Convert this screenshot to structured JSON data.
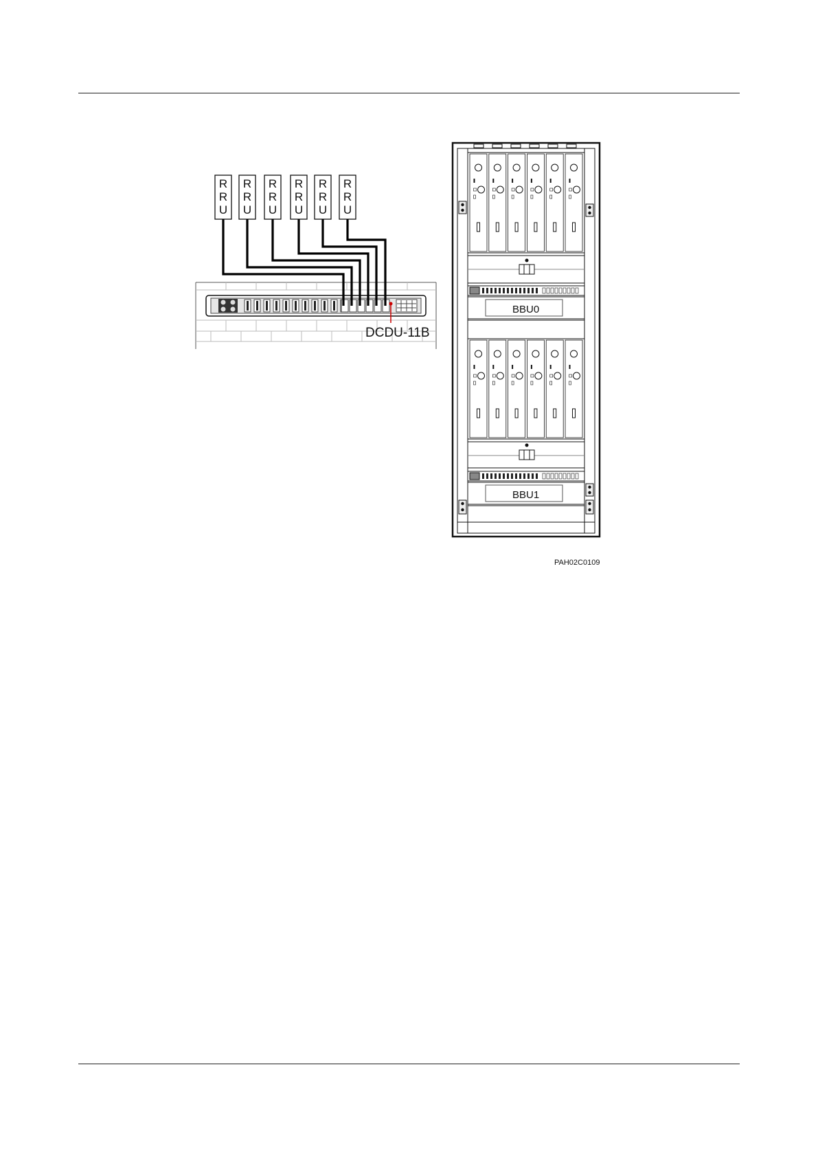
{
  "figure": {
    "rru_units": [
      {
        "text": [
          "R",
          "R",
          "U"
        ]
      },
      {
        "text": [
          "R",
          "R",
          "U"
        ]
      },
      {
        "text": [
          "R",
          "R",
          "U"
        ]
      },
      {
        "text": [
          "R",
          "R",
          "U"
        ]
      },
      {
        "text": [
          "R",
          "R",
          "U"
        ]
      },
      {
        "text": [
          "R",
          "R",
          "U"
        ]
      }
    ],
    "dcdu_label": "DCDU-11B",
    "bbu0_label": "BBU0",
    "bbu1_label": "BBU1",
    "figure_id": "PAH02C0109",
    "colors": {
      "line": "#111111",
      "cable": "#000000",
      "wall": "#bbbbbb",
      "callout": "#cc0000",
      "panel": "#555555"
    }
  }
}
